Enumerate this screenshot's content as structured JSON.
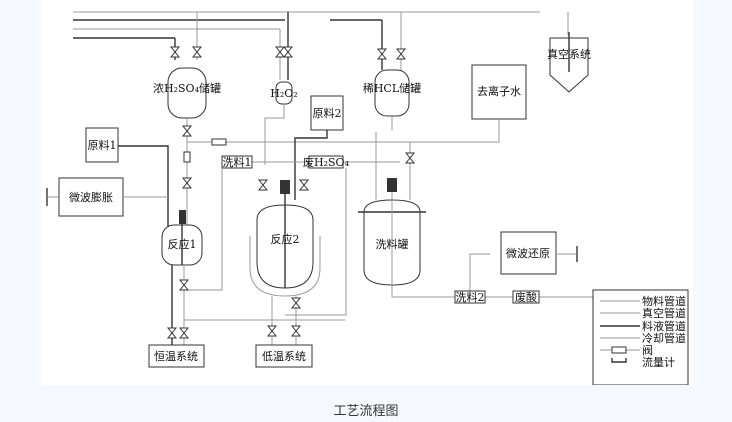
{
  "equipment": {
    "conc_h2so4_tank": "浓H₂SO₄储罐",
    "h2o2": "H₂O₂",
    "dilute_hcl_tank": "稀HCL储罐",
    "deionized_water": "去离子水",
    "vacuum_system": "真空系统",
    "raw_material_1": "原料1",
    "raw_material_2": "原料2",
    "wash_1": "洗料1",
    "waste_h2so4": "废H₂SO₄",
    "microwave_expansion": "微波膨胀",
    "reactor_1": "反应1",
    "reactor_2": "反应2",
    "wash_tank": "洗料罐",
    "microwave_reduction": "微波还原",
    "wash_2": "洗料2",
    "waste_acid": "废酸",
    "thermostat_system": "恒温系统",
    "cryogenic_system": "低温系统"
  },
  "legend": [
    "物料管道",
    "真空管道",
    "料液管道",
    "冷却管道",
    "阀",
    "流量计"
  ],
  "caption": "工艺流程图"
}
